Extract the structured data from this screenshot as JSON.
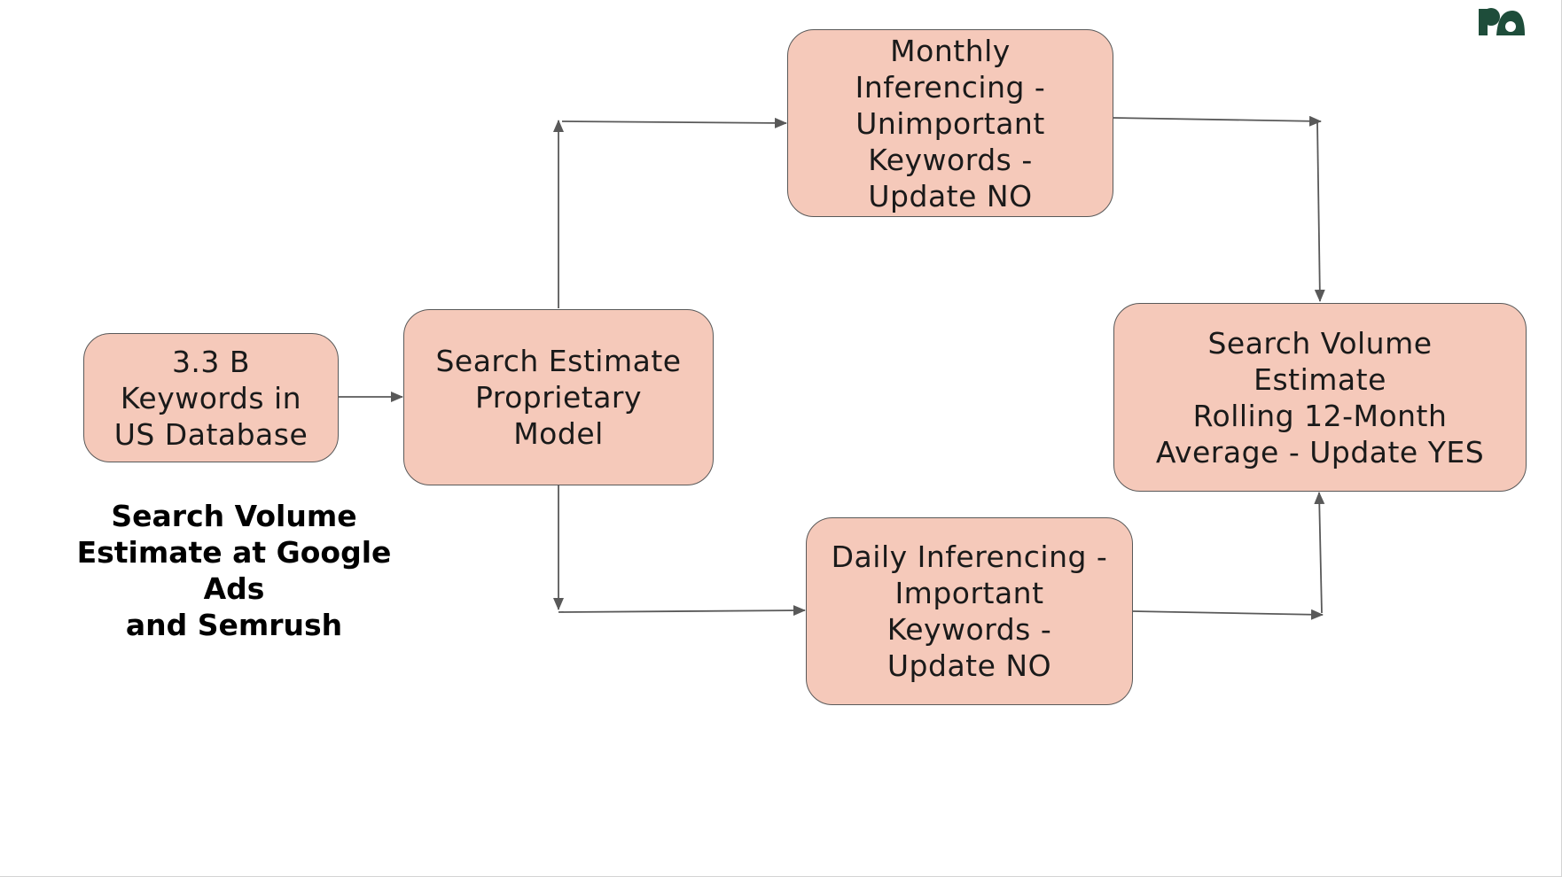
{
  "diagram": {
    "nodes": {
      "keywords": {
        "label": "3.3 B\nKeywords in\nUS Database"
      },
      "model": {
        "label": "Search Estimate\nProprietary\nModel"
      },
      "monthly": {
        "label": "Monthly\nInferencing -\nUnimportant\nKeywords -\nUpdate NO"
      },
      "daily": {
        "label": "Daily Inferencing -\nImportant\nKeywords -\nUpdate NO"
      },
      "result": {
        "label": "Search Volume\nEstimate\nRolling 12-Month\nAverage - Update YES"
      }
    },
    "caption": "Search Volume\nEstimate at Google Ads\nand Semrush",
    "edges": [
      {
        "from": "keywords",
        "to": "model"
      },
      {
        "from": "model",
        "to": "monthly"
      },
      {
        "from": "model",
        "to": "daily"
      },
      {
        "from": "monthly",
        "to": "result"
      },
      {
        "from": "daily",
        "to": "result"
      }
    ]
  },
  "colors": {
    "node_fill": "#f5c9ba",
    "node_border": "#595959",
    "connector": "#595959",
    "logo": "#1e4d3a"
  },
  "logo": {
    "icon": "brand-logo-icon"
  }
}
